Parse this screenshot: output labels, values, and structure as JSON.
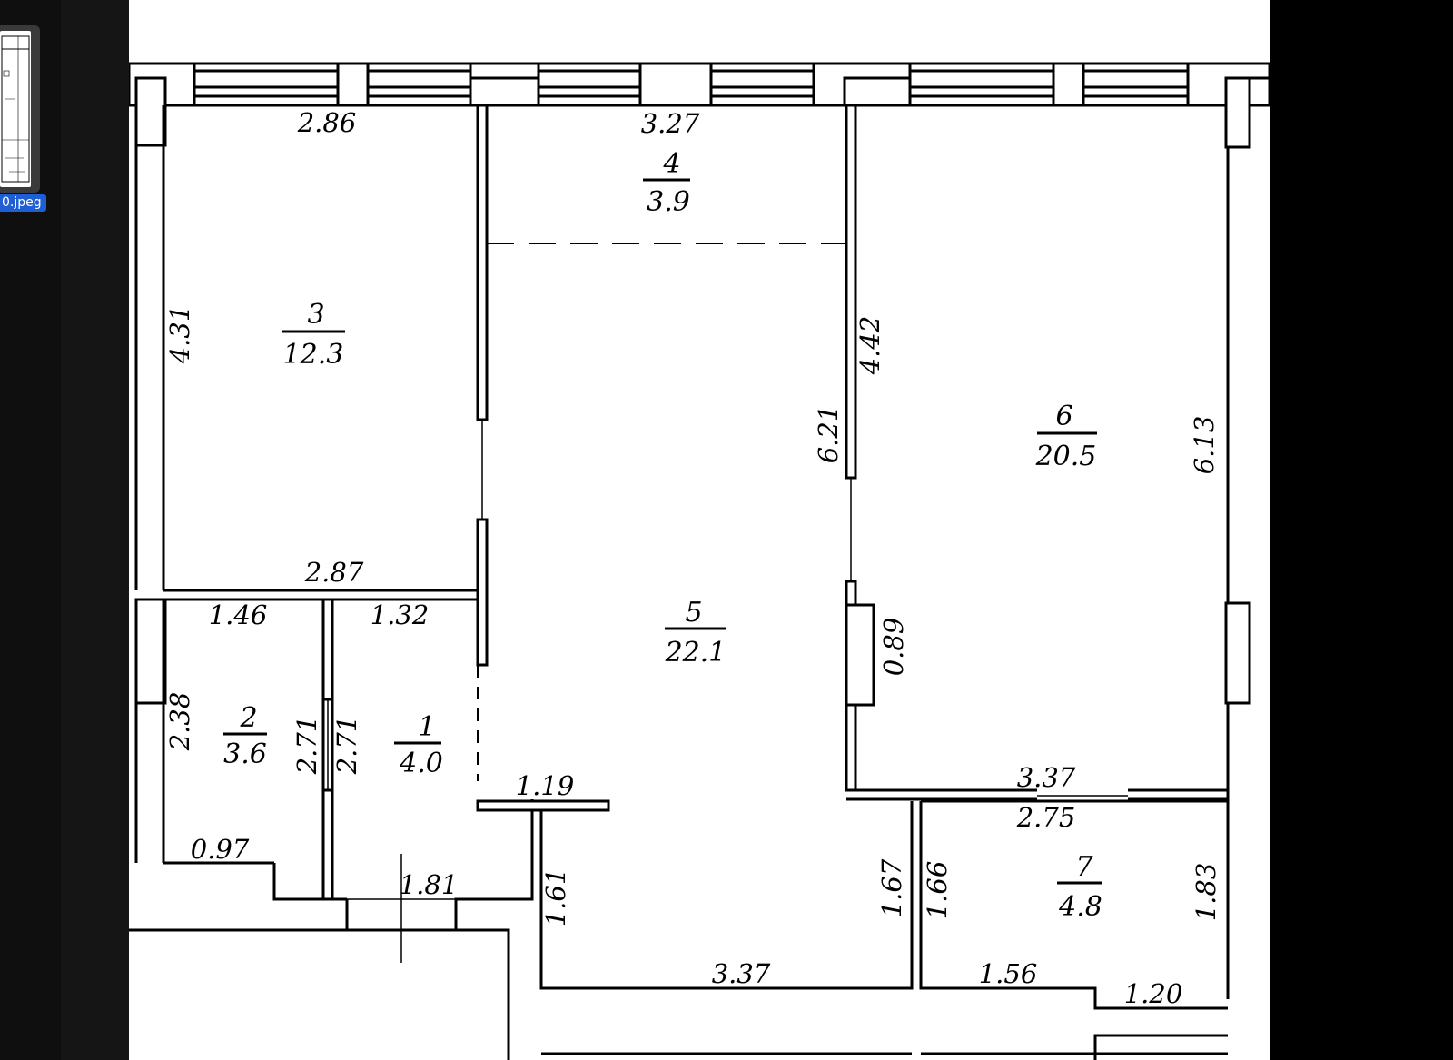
{
  "viewer": {
    "file_label": "0.jpeg"
  },
  "floorplan": {
    "rooms": [
      {
        "id": "room-1",
        "number": "1",
        "area": "4.0"
      },
      {
        "id": "room-2",
        "number": "2",
        "area": "3.6"
      },
      {
        "id": "room-3",
        "number": "3",
        "area": "12.3"
      },
      {
        "id": "room-4",
        "number": "4",
        "area": "3.9"
      },
      {
        "id": "room-5",
        "number": "5",
        "area": "22.1"
      },
      {
        "id": "room-6",
        "number": "6",
        "area": "20.5"
      },
      {
        "id": "room-7",
        "number": "7",
        "area": "4.8"
      }
    ],
    "dimensions": [
      "2.86",
      "3.27",
      "4.31",
      "2.87",
      "1.46",
      "1.32",
      "2.38",
      "2.71",
      "2.71",
      "0.97",
      "1.81",
      "1.19",
      "1.61",
      "3.37",
      "1.67",
      "6.21",
      "4.42",
      "0.89",
      "3.37",
      "2.75",
      "6.13",
      "1.66",
      "1.83",
      "1.56",
      "1.20"
    ],
    "colors": {
      "wall": "#000000",
      "background": "#ffffff"
    }
  }
}
